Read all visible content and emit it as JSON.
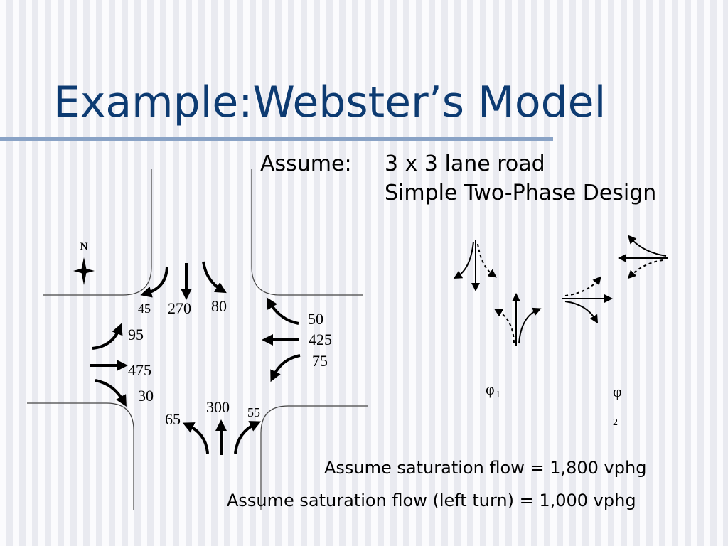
{
  "slide": {
    "title": "Example:Webster’s Model",
    "assume_label": "Assume:",
    "assume_line1": "3 x 3 lane road",
    "assume_line2": "Simple Two-Phase Design",
    "saturation_flow": "Assume saturation flow = 1,800 vphg",
    "saturation_flow_left": "Assume saturation flow (left turn) = 1,000 vphg"
  },
  "compass": {
    "label": "N"
  },
  "volumes": {
    "southbound": {
      "left": "45",
      "through": "270",
      "right": "80"
    },
    "westbound": {
      "right": "50",
      "through": "425",
      "left": "75"
    },
    "eastbound": {
      "left": "95",
      "through": "475",
      "right": "30"
    },
    "northbound": {
      "left": "65",
      "through": "300",
      "right": "55"
    }
  },
  "phases": {
    "phase1": {
      "symbol": "φ",
      "subscript": "1"
    },
    "phase2": {
      "symbol": "φ",
      "subscript": "2"
    }
  }
}
